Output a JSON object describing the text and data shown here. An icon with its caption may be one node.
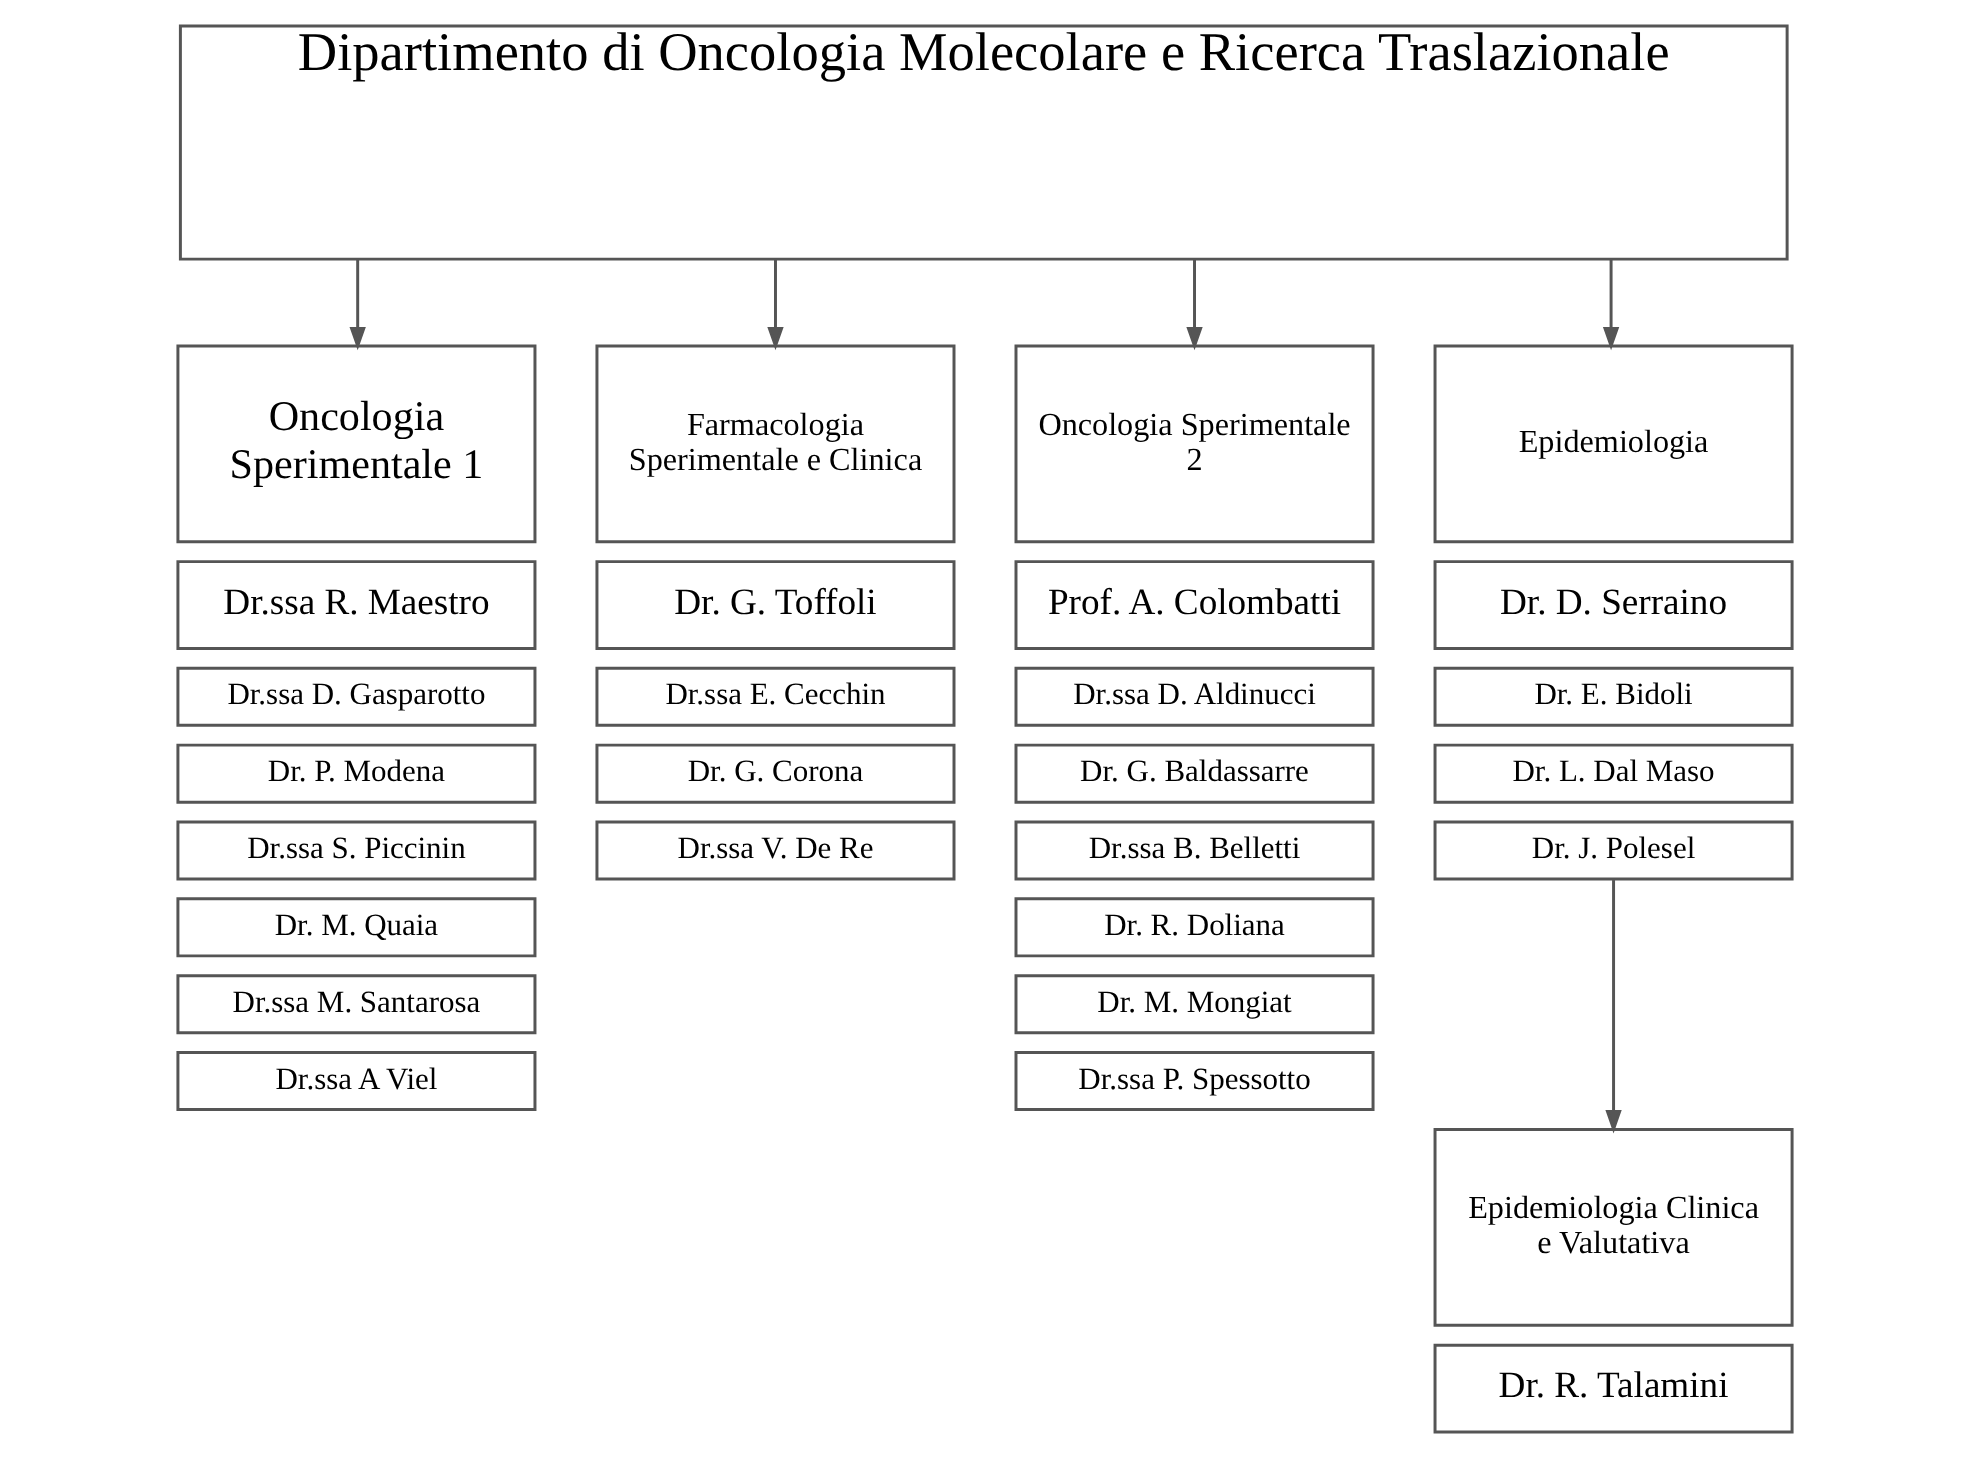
{
  "diagram": {
    "nodes": [
      {
        "text": [
          "Dipartimento di Oncologia Molecolare e Ricerca Traslazionale"
        ]
      },
      {
        "text": [
          "Oncologia Sperimentale 1"
        ]
      },
      {
        "text": [
          "Dr.ssa R. Maestro"
        ]
      },
      {
        "text": [
          "Dr.ssa D. Gasparotto"
        ]
      },
      {
        "text": [
          "Dr. P. Modena"
        ]
      },
      {
        "text": [
          "Dr.ssa S. Piccinin"
        ]
      },
      {
        "text": [
          "Dr. M. Quaia"
        ]
      },
      {
        "text": [
          "Dr.ssa M. Santarosa"
        ]
      },
      {
        "text": [
          "Dr.ssa A Viel"
        ]
      },
      {
        "text": [
          "Farmacologia Sperimentale e Clinica"
        ]
      },
      {
        "text": [
          "Dr. G. Toffoli"
        ]
      },
      {
        "text": [
          "Dr.ssa E. Cecchin"
        ]
      },
      {
        "text": [
          "Dr. G. Corona"
        ]
      },
      {
        "text": [
          "Dr.ssa V. De Re"
        ]
      },
      {
        "text": [
          "Oncologia Sperimentale 2"
        ]
      },
      {
        "text": [
          "Prof. A. Colombatti"
        ]
      },
      {
        "text": [
          "Dr.ssa D. Aldinucci"
        ]
      },
      {
        "text": [
          "Dr. G. Baldassarre"
        ]
      },
      {
        "text": [
          "Dr.ssa B. Belletti"
        ]
      },
      {
        "text": [
          "Dr. R. Doliana"
        ]
      },
      {
        "text": [
          "Dr. M. Mongiat"
        ]
      },
      {
        "text": [
          "Dr.ssa P. Spessotto"
        ]
      },
      {
        "text": [
          "Epidemiologia"
        ]
      },
      {
        "text": [
          "Dr. D. Serraino"
        ]
      },
      {
        "text": [
          "Dr. E. Bidoli"
        ]
      },
      {
        "text": [
          "Dr. L. Dal Maso"
        ]
      },
      {
        "text": [
          "Dr. J. Polesel"
        ]
      },
      {
        "text": [
          "Epidemiologia Clinica e Valutativa"
        ]
      },
      {
        "text": [
          "Dr. R. Talamini"
        ]
      }
    ],
    "edges": [
      {
        "from": 0,
        "to": 1,
        "arrow": "to"
      },
      {
        "from": 0,
        "to": 9,
        "arrow": "to"
      },
      {
        "from": 0,
        "to": 14,
        "arrow": "to"
      },
      {
        "from": 0,
        "to": 22,
        "arrow": "to"
      },
      {
        "from": 26,
        "to": 27,
        "arrow": "to"
      }
    ]
  }
}
